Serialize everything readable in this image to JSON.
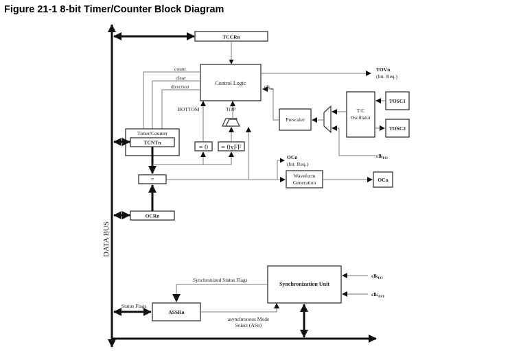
{
  "figure": {
    "title": "Figure 21-1  8-bit Timer/Counter Block Diagram"
  },
  "blocks": {
    "tccrn": "TCCRn",
    "control_logic": "Control Logic",
    "timer_counter": "Timer/Counter",
    "tcntn": "TCNTn",
    "eq_zero": "= 0",
    "eq_max": "= 0xFF",
    "comparator": "=",
    "ocrn": "OCRn",
    "prescaler": "Prescaler",
    "tc_oscillator_line1": "T/C",
    "tc_oscillator_line2": "Oscillator",
    "tosc1": "TOSC1",
    "tosc2": "TOSC2",
    "waveform_line1": "Waveform",
    "waveform_line2": "Generation",
    "ocn_pin": "OCn",
    "sync_unit": "Synchronization Unit",
    "assrn": "ASSRn"
  },
  "signals": {
    "count": "count",
    "clear": "clear",
    "direction": "direction",
    "bottom": "BOTTOM",
    "top": "TOP",
    "clk_tn": "clk",
    "clk_tn_sub": "Tn",
    "tovn": "TOVn",
    "tovn_req": "(Int. Req.)",
    "ocn_irq": "OCn",
    "ocn_irq_req": "(Int. Req.)",
    "clk_io": "clk",
    "clk_io_sub": "I/O",
    "clk_io2": "clk",
    "clk_io2_sub": "I/O",
    "clk_asy": "clk",
    "clk_asy_sub": "ASY",
    "sync_status_flags": "Synchronized Status Flags",
    "status_flags": "Status Flags",
    "async_mode_line1": "asynchronous Mode",
    "async_mode_line2": "Select (ASn)",
    "data_bus": "DATA BUS"
  }
}
